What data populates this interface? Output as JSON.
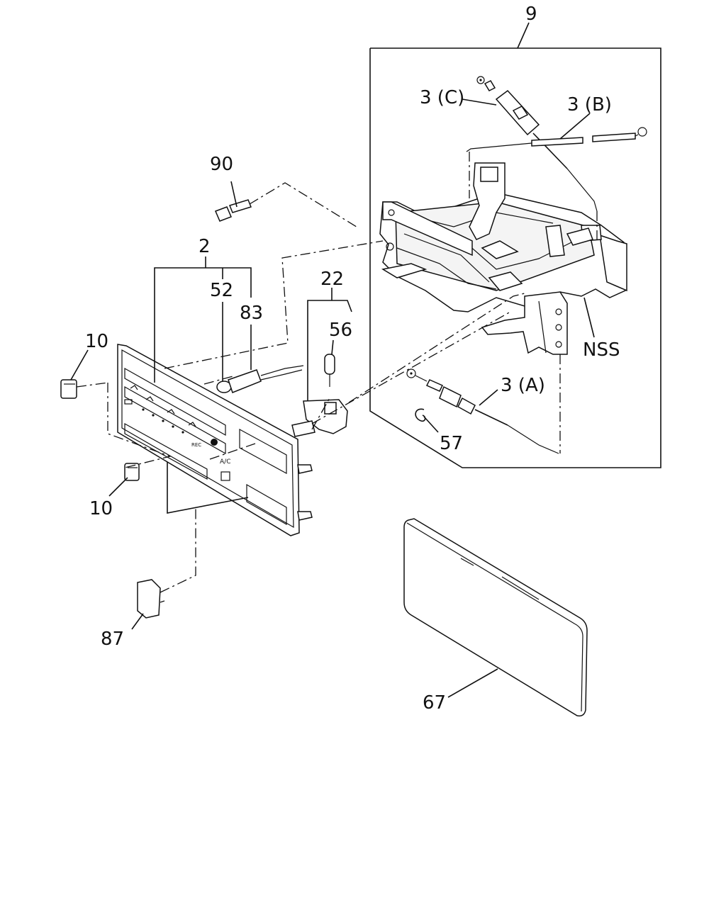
{
  "labels": {
    "l9": "9",
    "l3c": "3 (C)",
    "l3b": "3 (B)",
    "l90": "90",
    "l2": "2",
    "l52": "52",
    "l83": "83",
    "l22": "22",
    "l56": "56",
    "l10a": "10",
    "l10b": "10",
    "lnss": "NSS",
    "l3a": "3 (A)",
    "l57": "57",
    "l87": "87",
    "l67": "67"
  },
  "panel_markings": {
    "ac": "A/C",
    "rec": "REC"
  }
}
